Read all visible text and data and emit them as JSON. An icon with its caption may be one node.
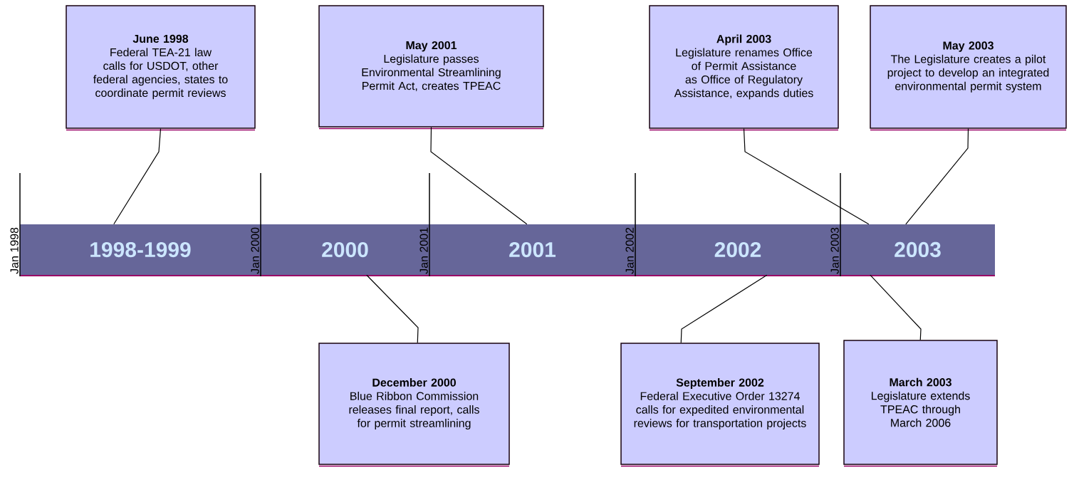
{
  "diagram": {
    "nodes": [
      {
        "text": [
          "June 1998",
          "Federal TEA-21 law calls for USDOT, other federal agencies, states to coordinate permit reviews"
        ]
      },
      {
        "text": [
          "May 2001",
          "Legislature passes Environmental Streamlining Permit Act, creates TPEAC"
        ]
      },
      {
        "text": [
          "April 2003",
          "Legislature renames Office of Permit Assistance as Office of Regulatory Assistance, expands duties"
        ]
      },
      {
        "text": [
          "May 2003",
          "The Legislature creates a pilot project to develop an integrated environmental permit system"
        ]
      },
      {
        "text": [
          "1998-1999"
        ]
      },
      {
        "text": [
          "2000"
        ]
      },
      {
        "text": [
          "2001"
        ]
      },
      {
        "text": [
          "2002"
        ]
      },
      {
        "text": [
          "2003"
        ]
      },
      {
        "text": [
          "December 2000",
          "Blue Ribbon Commission releases final report, calls for permit streamlining"
        ]
      },
      {
        "text": [
          "September 2002",
          "Federal Executive Order 13274 calls for expedited environmental reviews for transportation projects"
        ]
      },
      {
        "text": [
          "March 2003",
          "Legislature extends TPEAC through March 2006"
        ]
      }
    ],
    "edges": [
      {
        "from": 0,
        "to": 4,
        "arrow": "none"
      },
      {
        "from": 1,
        "to": 6,
        "arrow": "none"
      },
      {
        "from": 2,
        "to": 8,
        "arrow": "none"
      },
      {
        "from": 3,
        "to": 8,
        "arrow": "none"
      },
      {
        "from": 9,
        "to": 5,
        "arrow": "none"
      },
      {
        "from": 10,
        "to": 7,
        "arrow": "none"
      },
      {
        "from": 11,
        "to": 8,
        "arrow": "none"
      }
    ],
    "labels": [
      "Jan 1998",
      "Jan 2000",
      "Jan 2001",
      "Jan 2002",
      "Jan 2003"
    ]
  }
}
